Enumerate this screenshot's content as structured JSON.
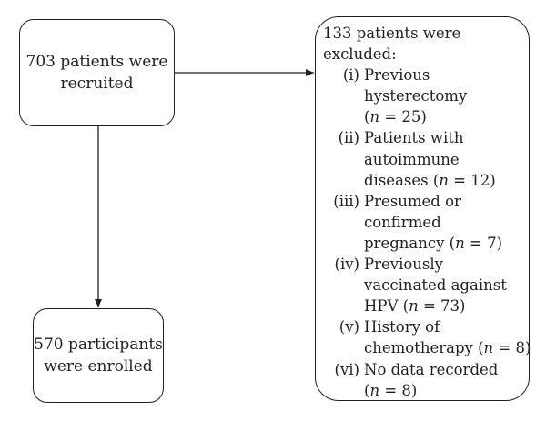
{
  "recruited": {
    "line1": "703 patients were",
    "line2": "recruited"
  },
  "enrolled": {
    "line1": "570 participants",
    "line2": "were enrolled"
  },
  "excluded": {
    "title_line1": "133 patients were",
    "title_line2": "excluded:",
    "items": [
      {
        "num": "(i)",
        "lines": [
          "Previous",
          "hysterectomy",
          "(n = 25)"
        ]
      },
      {
        "num": "(ii)",
        "lines": [
          "Patients with",
          "autoimmune",
          "diseases (n = 12)"
        ]
      },
      {
        "num": "(iii)",
        "lines": [
          "Presumed or",
          "confirmed",
          "pregnancy (n = 7)"
        ]
      },
      {
        "num": "(iv)",
        "lines": [
          "Previously",
          "vaccinated against",
          "HPV (n = 73)"
        ]
      },
      {
        "num": "(v)",
        "lines": [
          "History of",
          "chemotherapy (n = 8)"
        ]
      },
      {
        "num": "(vi)",
        "lines": [
          "No data recorded",
          "(n = 8)"
        ]
      }
    ]
  },
  "colors": {
    "stroke": "#231f20",
    "text": "#231f20"
  }
}
